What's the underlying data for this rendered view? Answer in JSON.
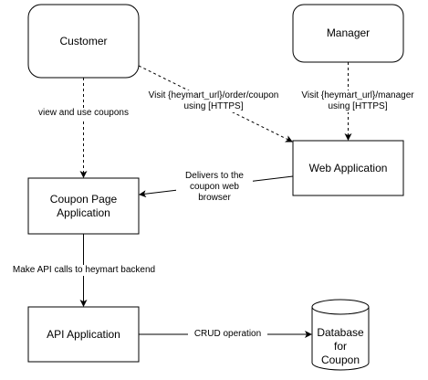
{
  "nodes": {
    "customer": "Customer",
    "manager": "Manager",
    "web_app": "Web Application",
    "coupon_app": "Coupon Page Application",
    "api_app": "API Application",
    "database": "Database for Coupon"
  },
  "edges": {
    "customer_to_coupon": "view and use coupons",
    "customer_to_web": "Visit {heymart_url}/order/coupon using [HTTPS]",
    "manager_to_web": "Visit {heymart_url}/manager using [HTTPS]",
    "web_to_coupon": "Delivers to the coupon web browser",
    "coupon_to_api": "Make API calls to heymart backend",
    "api_to_db": "CRUD operation"
  },
  "colors": {
    "stroke": "#000000",
    "fill": "#ffffff",
    "text": "#000000"
  }
}
